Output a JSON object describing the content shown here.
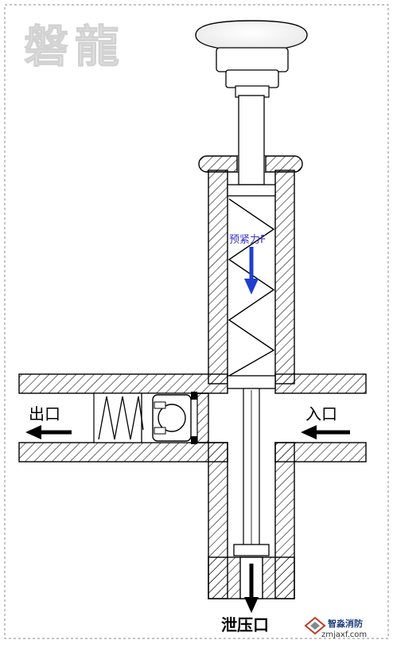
{
  "watermark": "磐龍",
  "labels": {
    "preload": "预紧力F",
    "outlet": "出口",
    "inlet": "入口",
    "relief": "泄压口"
  },
  "brand": {
    "name": "智淼消防",
    "url": "zmjaxf.com"
  },
  "colors": {
    "stroke": "#000000",
    "hatch": "#000000",
    "preload_arrow": "#1f3fd0",
    "preload_text": "#3b35c8",
    "watermark": "#e3e3e3",
    "border": "#8a8a8a"
  }
}
